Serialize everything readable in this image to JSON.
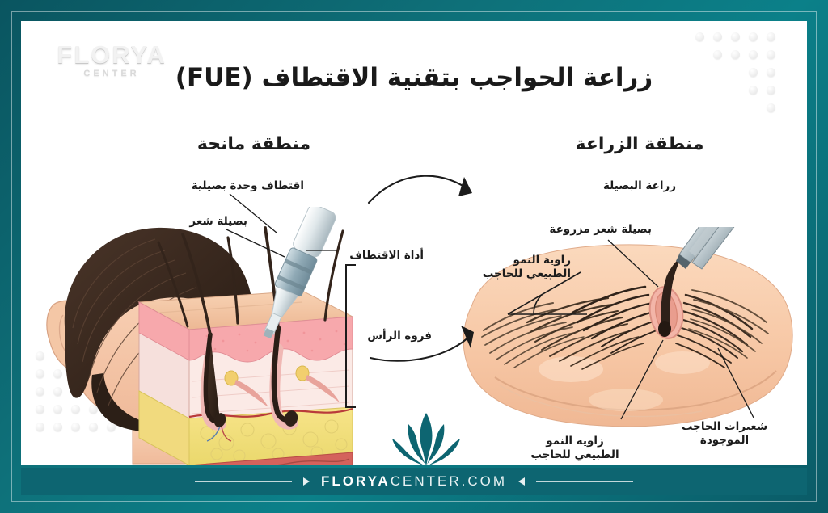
{
  "brand": {
    "logo_main": "FLORYA",
    "logo_sub": "CENTER",
    "emblem_icon": "leaf-emblem-icon"
  },
  "header": {
    "title": "زراعة الحواجب بتقنية الاقتطاف (FUE)"
  },
  "sections": {
    "donor": {
      "heading": "منطقة مانحة",
      "labels": [
        {
          "name": "follicular-unit-extraction",
          "text": "اقتطاف وحدة بصيلية"
        },
        {
          "name": "hair-follicle",
          "text": "بصيلة شعر"
        },
        {
          "name": "extraction-tool",
          "text": "أداة الاقتطاف"
        },
        {
          "name": "scalp",
          "text": "فروة الرأس"
        }
      ]
    },
    "recipient": {
      "heading": "منطقة الزراعة",
      "labels": [
        {
          "name": "follicle-implantation",
          "text": "زراعة البصيلة"
        },
        {
          "name": "implanted-hair-follicle",
          "text": "بصيلة شعر مزروعة"
        },
        {
          "name": "natural-growth-angle-top",
          "text": "زاوية النمو\nالطبيعي للحاجب"
        },
        {
          "name": "natural-growth-angle-bottom",
          "text": "زاوية النمو\nالطبيعي للحاجب"
        },
        {
          "name": "existing-eyebrow-hairs",
          "text": "شعيرات الحاجب\nالموجودة"
        }
      ]
    }
  },
  "footer": {
    "brand_bold": "FLORYA",
    "brand_light": "CENTER.COM"
  },
  "colors": {
    "teal_border": "#0d6571",
    "teal_dark": "#0a5560",
    "teal_light": "#0b8089",
    "text_dark": "#1a1a1a",
    "skin": "#f6cdb0",
    "hair_dark": "#3b2a22",
    "fat_yellow": "#f5e07a",
    "muscle_red": "#cf4b4b",
    "dermis_pink": "#f7dcd8"
  }
}
